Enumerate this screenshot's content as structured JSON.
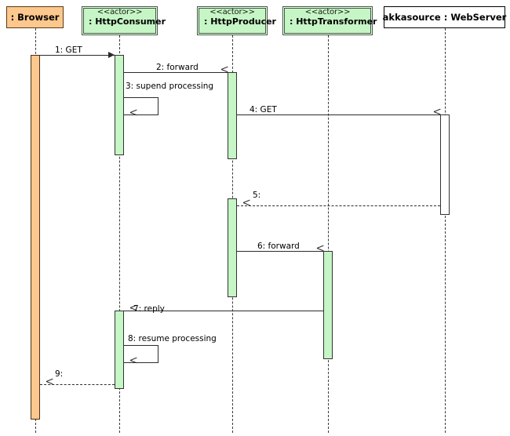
{
  "diagram": {
    "type": "uml-sequence-diagram",
    "title": "",
    "colors": {
      "browser_fill": "#fdc88d",
      "actor_fill": "#c6f5c6",
      "server_fill": "#ffffff",
      "line": "#2b2b2b"
    }
  },
  "participants": [
    {
      "id": "browser",
      "stereotype": "",
      "name": ": Browser",
      "kind": "object"
    },
    {
      "id": "consumer",
      "stereotype": "<<actor>>",
      "name": ": HttpConsumer",
      "kind": "actor"
    },
    {
      "id": "producer",
      "stereotype": "<<actor>>",
      "name": ": HttpProducer",
      "kind": "actor"
    },
    {
      "id": "transformer",
      "stereotype": "<<actor>>",
      "name": ": HttpTransformer",
      "kind": "actor"
    },
    {
      "id": "webserver",
      "stereotype": "",
      "name": "akkasource : WebServer",
      "kind": "object"
    }
  ],
  "messages": [
    {
      "seq": "1",
      "label": "1: GET",
      "from": "browser",
      "to": "consumer",
      "kind": "call"
    },
    {
      "seq": "2",
      "label": "2: forward",
      "from": "consumer",
      "to": "producer",
      "kind": "call"
    },
    {
      "seq": "3",
      "label": "3: supend processing",
      "from": "consumer",
      "to": "consumer",
      "kind": "self"
    },
    {
      "seq": "4",
      "label": "4: GET",
      "from": "producer",
      "to": "webserver",
      "kind": "call"
    },
    {
      "seq": "5",
      "label": "5:",
      "from": "webserver",
      "to": "producer",
      "kind": "return"
    },
    {
      "seq": "6",
      "label": "6: forward",
      "from": "producer",
      "to": "transformer",
      "kind": "call"
    },
    {
      "seq": "7",
      "label": "7: reply",
      "from": "transformer",
      "to": "consumer",
      "kind": "call"
    },
    {
      "seq": "8",
      "label": "8: resume processing",
      "from": "consumer",
      "to": "consumer",
      "kind": "self"
    },
    {
      "seq": "9",
      "label": "9:",
      "from": "consumer",
      "to": "browser",
      "kind": "return"
    }
  ]
}
